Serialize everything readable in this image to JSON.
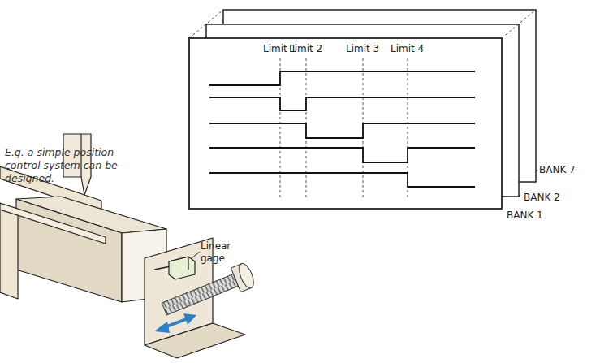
{
  "diagram": {
    "labels": [
      "Limit 1",
      "Limit 2",
      "Limit 3",
      "Limit 4",
      "E.g. a simple position control system can be designed.",
      "Linear gage",
      "BANK 7",
      "BANK 2",
      "BANK 1"
    ]
  }
}
